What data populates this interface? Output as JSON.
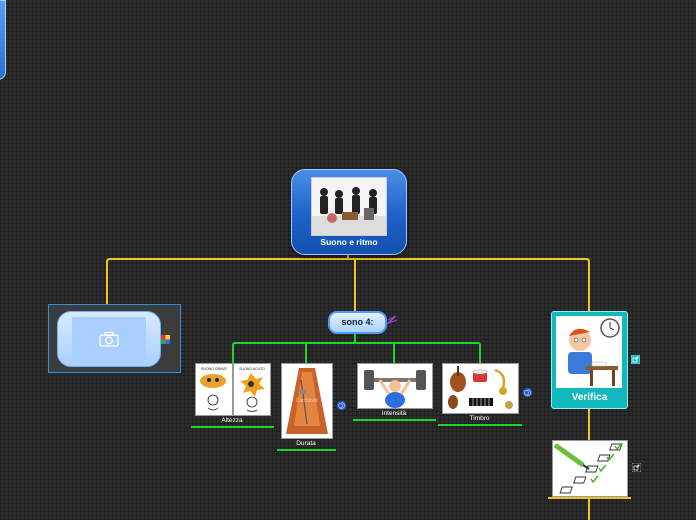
{
  "root": {
    "title": "Suono e ritmo",
    "image": "musicians-photo"
  },
  "placeholder": {
    "icon": "camera-icon",
    "marker": "color-palette-icon"
  },
  "group": {
    "label": "sono 4:",
    "icon": "paintbrush-icon"
  },
  "children": [
    {
      "label": "Altezza",
      "image_text_left": "SUONO GRAVE",
      "image_text_right": "SUONO ACUTO"
    },
    {
      "label": "Durata",
      "watermark": "CanStock"
    },
    {
      "label": "Intensità"
    },
    {
      "label": "Timbro"
    }
  ],
  "verifica": {
    "title": "Verifica",
    "image": "student-with-clock-illustration",
    "link_icon": "external-link-icon"
  },
  "checklist": {
    "image": "checklist-with-pencil-illustration",
    "link_icon": "external-link-icon"
  },
  "colors": {
    "connector_yellow": "#f2c428",
    "connector_green": "#1fd32f",
    "root_blue": "#1e62c9",
    "teal": "#13b8bd"
  }
}
